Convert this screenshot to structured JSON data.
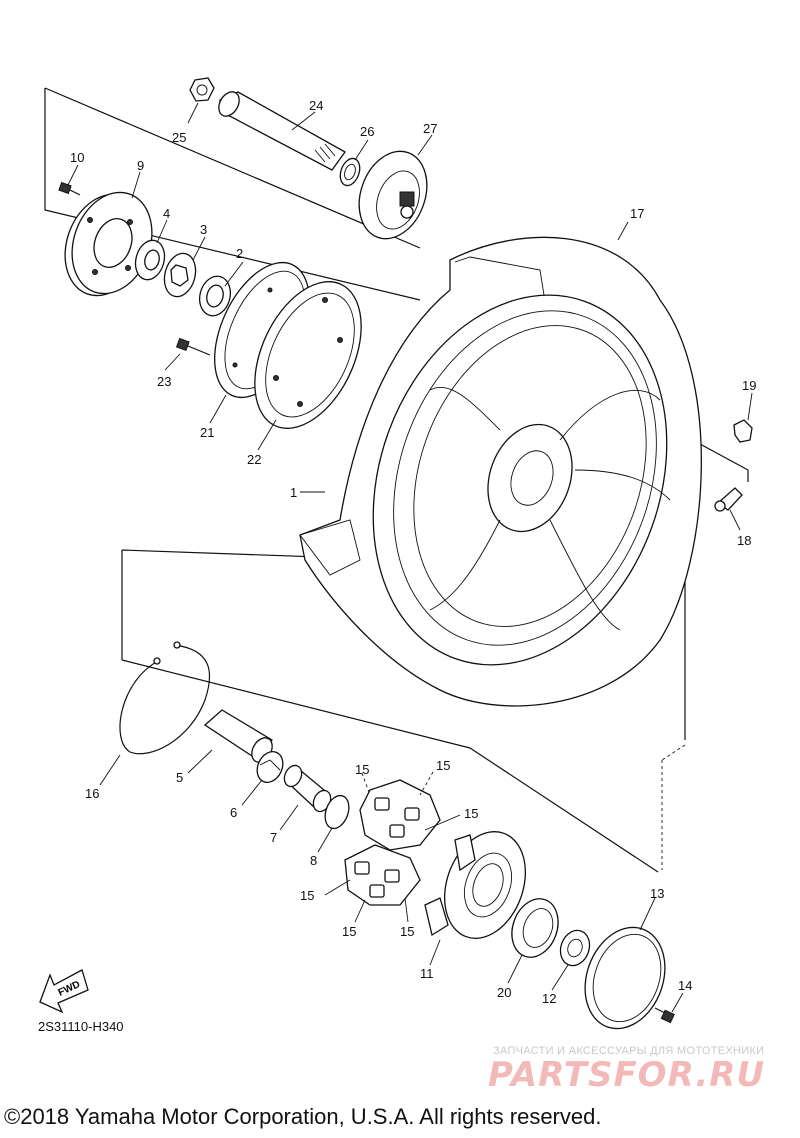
{
  "callouts": {
    "c1": "1",
    "c2": "2",
    "c3": "3",
    "c4": "4",
    "c5": "5",
    "c6": "6",
    "c7": "7",
    "c8": "8",
    "c9": "9",
    "c10": "10",
    "c11": "11",
    "c12": "12",
    "c13": "13",
    "c14": "14",
    "c15a": "15",
    "c15b": "15",
    "c15c": "15",
    "c15d": "15",
    "c15e": "15",
    "c15f": "15",
    "c16": "16",
    "c17": "17",
    "c18": "18",
    "c19": "19",
    "c20": "20",
    "c21": "21",
    "c22": "22",
    "c23": "23",
    "c24": "24",
    "c25": "25",
    "c26": "26",
    "c27": "27"
  },
  "fwd_label": "FWD",
  "diagram_code": "2S31110-H340",
  "copyright": "©2018 Yamaha Motor Corporation, U.S.A. All rights reserved.",
  "watermark": {
    "tagline": "ЗАПЧАСТИ И АКСЕССУАРЫ ДЛЯ МОТОТЕХНИКИ",
    "logo": "PARTSFOR.RU"
  }
}
